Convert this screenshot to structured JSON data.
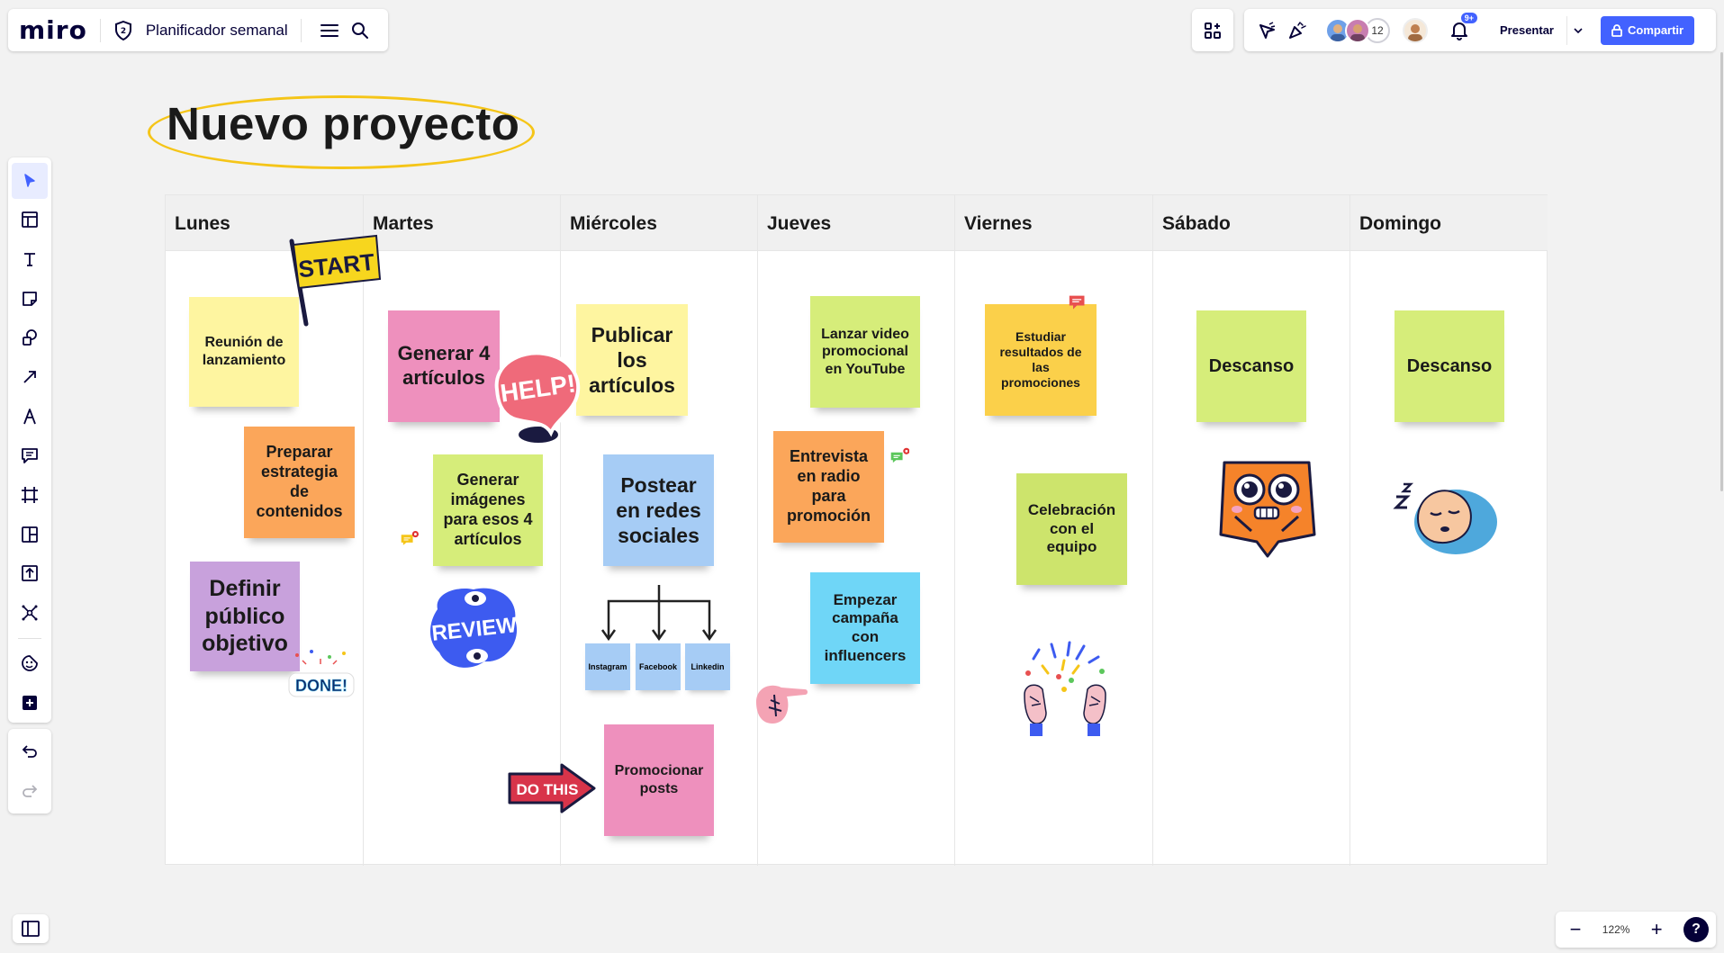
{
  "app": {
    "logo": "miro"
  },
  "board": {
    "title": "Planificador semanal",
    "heading": "Nuevo proyecto"
  },
  "topbar": {
    "collaborator_count": "12",
    "notifications_badge": "9+",
    "present_label": "Presentar",
    "share_label": "Compartir"
  },
  "zoom": {
    "level": "122%"
  },
  "colors": {
    "accent": "#4262ff",
    "title_oval": "#f5c518"
  },
  "toolbar": [
    "select-tool",
    "templates-tool",
    "text-tool",
    "sticky-note-tool",
    "shapes-tool",
    "connection-line-tool",
    "pen-tool",
    "comment-tool",
    "frame-tool",
    "board-table-tool",
    "upload-tool",
    "more-apps-tool",
    "stickers-tool",
    "add-tool"
  ],
  "days": [
    "Lunes",
    "Martes",
    "Miércoles",
    "Jueves",
    "Viernes",
    "Sábado",
    "Domingo"
  ],
  "notes": {
    "lunes_1": "Reunión de lanzamiento",
    "lunes_2": "Preparar estrategia de contenidos",
    "lunes_3": "Definir público objetivo",
    "martes_1": "Generar 4 artículos",
    "martes_2": "Generar imágenes para esos 4 artículos",
    "miercoles_1": "Publicar los artículos",
    "miercoles_2": "Postear en redes sociales",
    "miercoles_3": "Promocionar posts",
    "jueves_1": "Lanzar video promocional en YouTube",
    "jueves_2": "Entrevista en radio para promoción",
    "jueves_3": "Empezar campaña con influencers",
    "viernes_1": "Estudiar resultados de las promociones",
    "viernes_2": "Celebración con el equipo",
    "sabado_1": "Descanso",
    "domingo_1": "Descanso"
  },
  "social_notes": [
    "Instagram",
    "Facebook",
    "Linkedin"
  ],
  "stickers": {
    "start": "START",
    "help": "HELP!",
    "review": "REVIEW",
    "done": "DONE!",
    "do_this": "DO THIS"
  }
}
